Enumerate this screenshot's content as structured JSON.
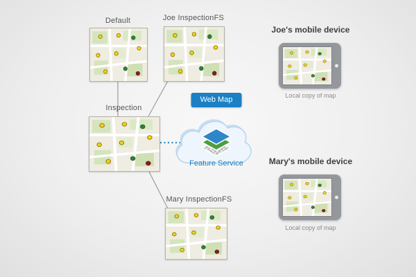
{
  "versions": {
    "default": {
      "label": "Default"
    },
    "joe": {
      "label": "Joe InspectionFS"
    },
    "inspection": {
      "label": "Inspection"
    },
    "mary": {
      "label": "Mary InspectionFS"
    }
  },
  "cloud": {
    "badge": "Web Map",
    "service_label": "Feature Service",
    "accent_color": "#1b80c4"
  },
  "devices": {
    "joe": {
      "title": "Joe's mobile device",
      "caption": "Local copy of map"
    },
    "mary": {
      "title": "Mary's mobile device",
      "caption": "Local copy of map"
    }
  },
  "map_marker_colors": {
    "yellow": "#f7d117",
    "green": "#35803a",
    "red": "#8e1f1f"
  }
}
